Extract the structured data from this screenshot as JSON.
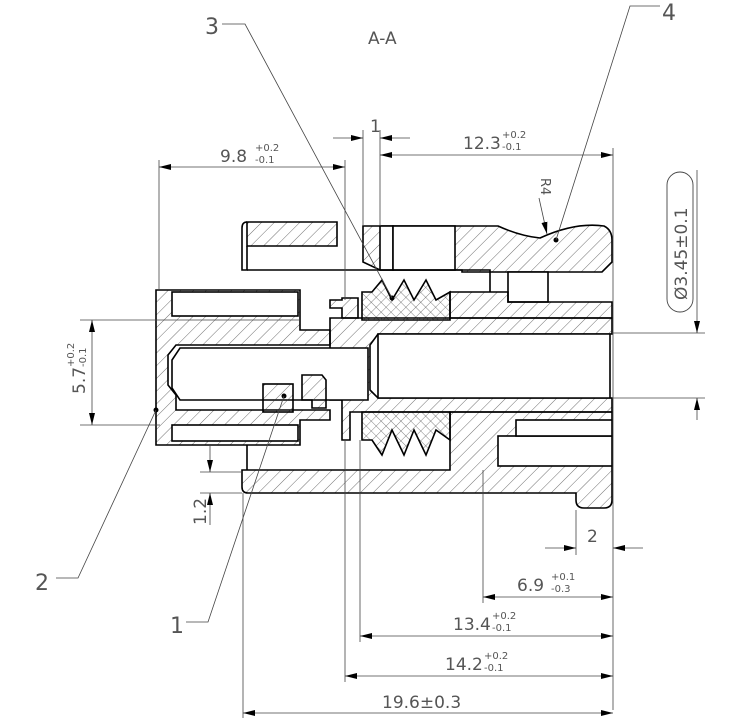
{
  "title": "A-A",
  "leaders": {
    "p1": "1",
    "p2": "2",
    "p3": "3",
    "p4": "4"
  },
  "radius": "R4",
  "dims": {
    "d9_8": {
      "base": "9.8",
      "plus": "+0.2",
      "minus": "-0.1"
    },
    "d1": {
      "base": "1"
    },
    "d12_3": {
      "base": "12.3",
      "plus": "+0.2",
      "minus": "-0.1"
    },
    "d5_7": {
      "base": "5.7",
      "plus": "+0.2",
      "minus": "-0.1"
    },
    "d3_45": {
      "base": "Ø3.45±0.1"
    },
    "d1_2": {
      "base": "1.2"
    },
    "d2": {
      "base": "2"
    },
    "d6_9": {
      "base": "6.9",
      "plus": "+0.1",
      "minus": "-0.3"
    },
    "d13_4": {
      "base": "13.4",
      "plus": "+0.2",
      "minus": "-0.1"
    },
    "d14_2": {
      "base": "14.2",
      "plus": "+0.2",
      "minus": "-0.1"
    },
    "d19_6": {
      "base": "19.6±0.3"
    }
  }
}
